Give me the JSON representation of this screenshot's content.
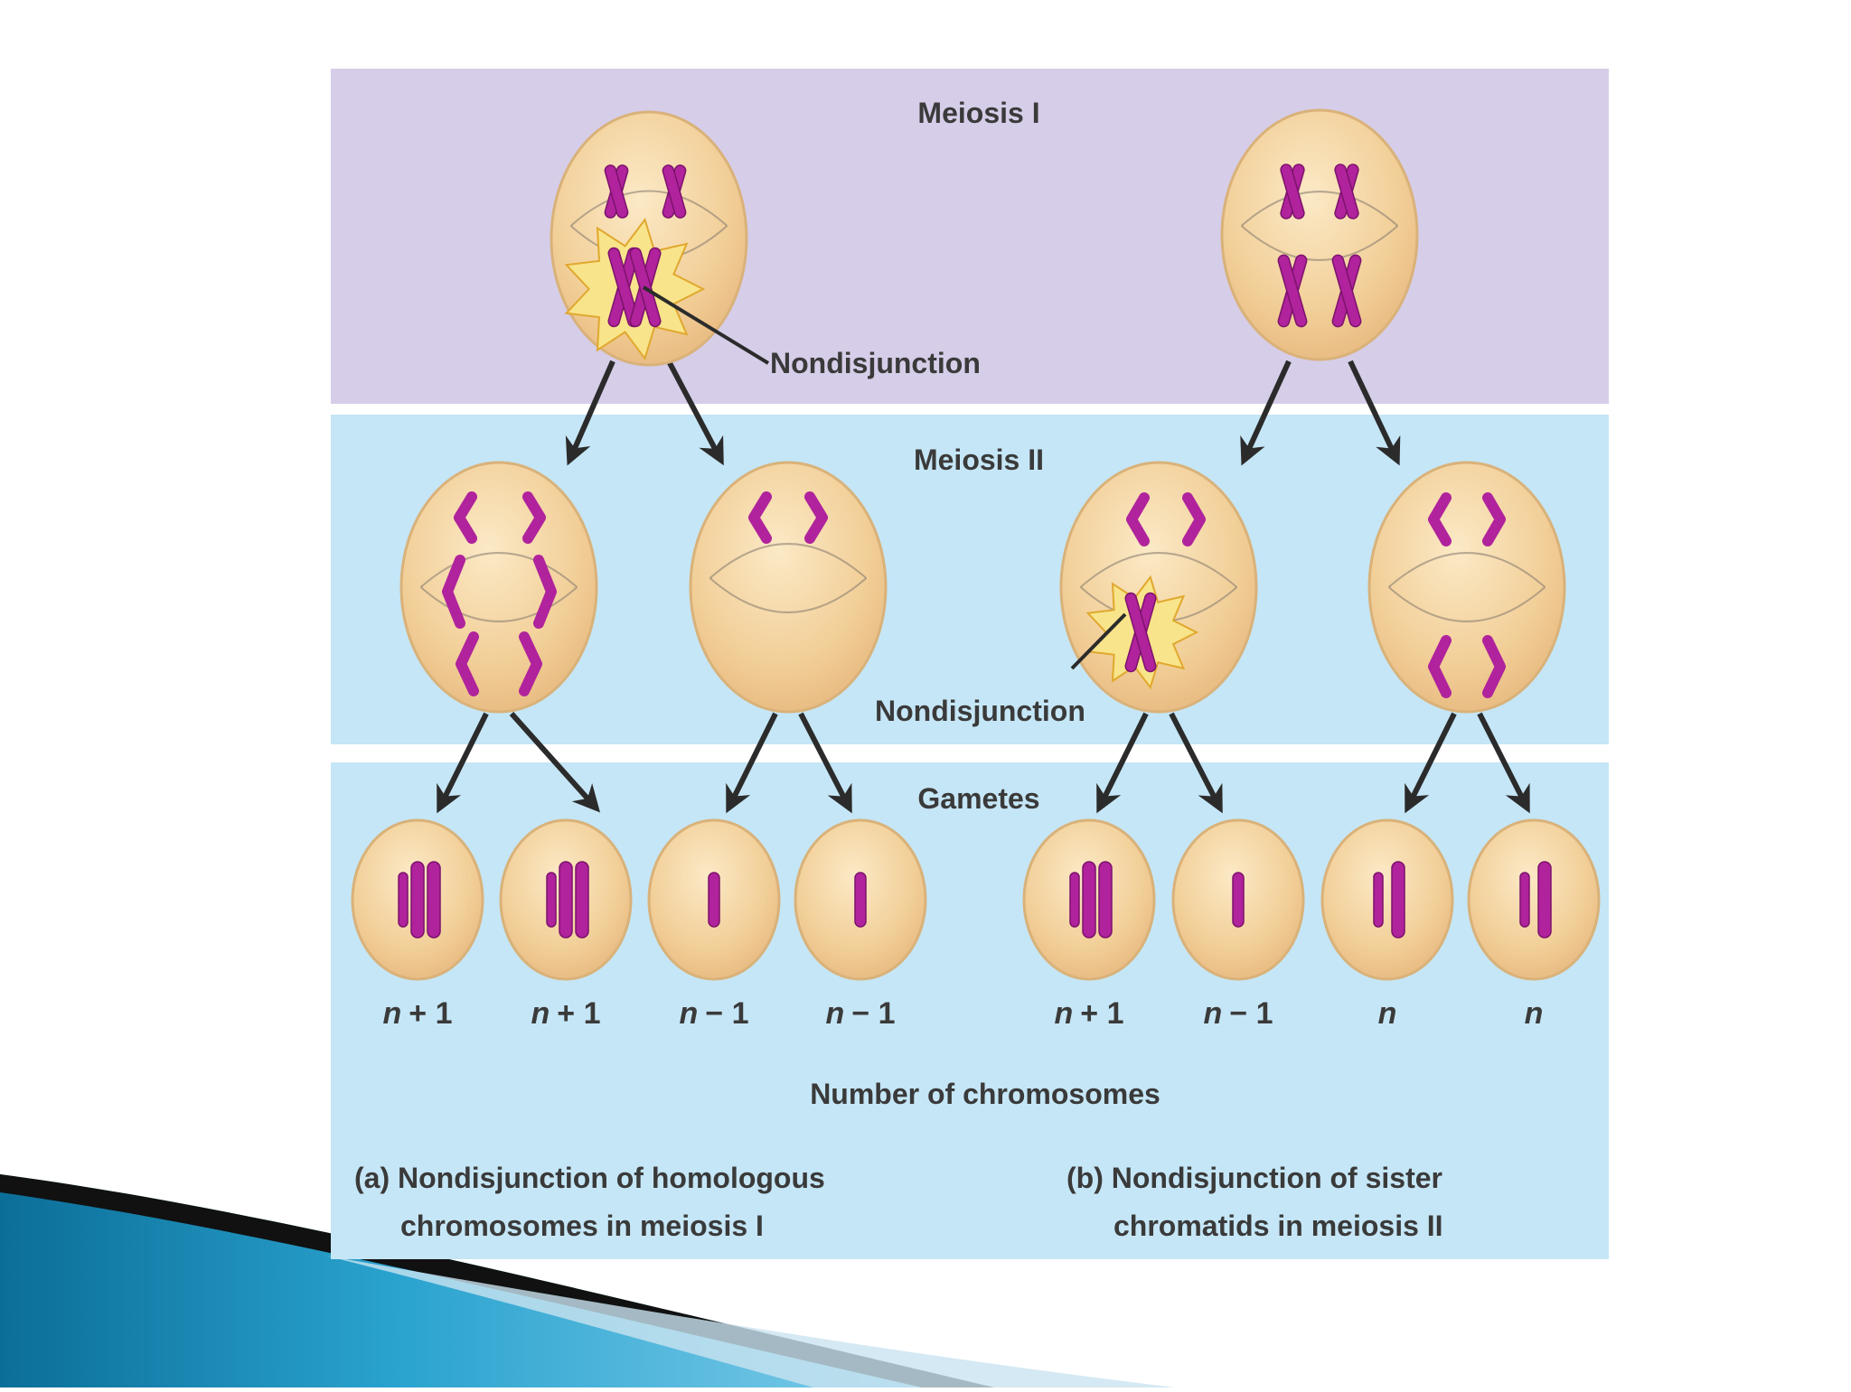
{
  "sections": {
    "meiosis1": "Meiosis I",
    "meiosis2": "Meiosis II",
    "gametes": "Gametes"
  },
  "callouts": {
    "nondisjunction_1": "Nondisjunction",
    "nondisjunction_2": "Nondisjunction"
  },
  "gamete_labels": {
    "a": [
      {
        "n": "n",
        "suffix": "+ 1"
      },
      {
        "n": "n",
        "suffix": "+ 1"
      },
      {
        "n": "n",
        "suffix": "− 1"
      },
      {
        "n": "n",
        "suffix": "− 1"
      }
    ],
    "b": [
      {
        "n": "n",
        "suffix": "+ 1"
      },
      {
        "n": "n",
        "suffix": "− 1"
      },
      {
        "n": "n",
        "suffix": ""
      },
      {
        "n": "n",
        "suffix": ""
      }
    ]
  },
  "axis_caption": "Number of chromosomes",
  "captions": {
    "a_line1": "(a) Nondisjunction of homologous",
    "a_line2": "chromosomes in meiosis I",
    "b_line1": "(b) Nondisjunction of sister",
    "b_line2": "chromatids in meiosis II"
  },
  "colors": {
    "meiosis1_band": "#d6cde8",
    "meiosis2_band": "#c5e6f6",
    "cell_fill": "#f2cf98",
    "chromosome": "#b0239c",
    "arrow": "#2b2b2b",
    "starburst": "#f8e48a"
  }
}
